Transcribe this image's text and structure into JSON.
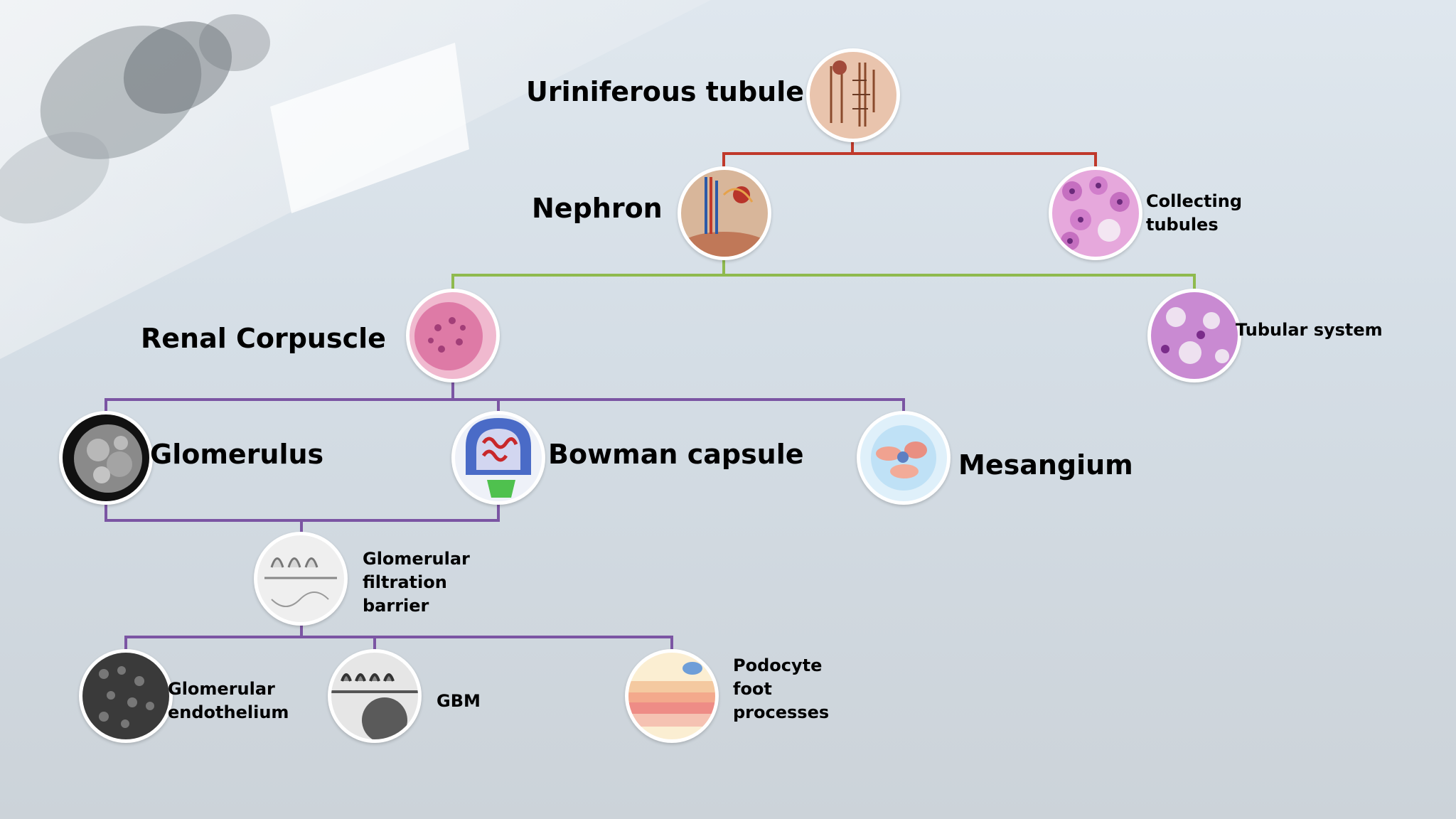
{
  "nodes": {
    "uriniferous_tubule": "Uriniferous tubule",
    "nephron": "Nephron",
    "collecting_tubules": "Collecting tubules",
    "renal_corpuscle": "Renal Corpuscle",
    "tubular_system": "Tubular system",
    "glomerulus": "Glomerulus",
    "bowman_capsule": "Bowman capsule",
    "mesangium": "Mesangium",
    "glomerular_filtration_barrier": "Glomerular filtration barrier",
    "glomerular_endothelium": "Glomerular endothelium",
    "gbm": "GBM",
    "podocyte_foot_processes": "Podocyte foot processes"
  },
  "colors": {
    "level1_connector": "#c0392b",
    "level2_connector": "#8fba4e",
    "level3_connector": "#7b55a3",
    "level4_connector": "#7b55a3",
    "level5_connector": "#7b55a3"
  }
}
